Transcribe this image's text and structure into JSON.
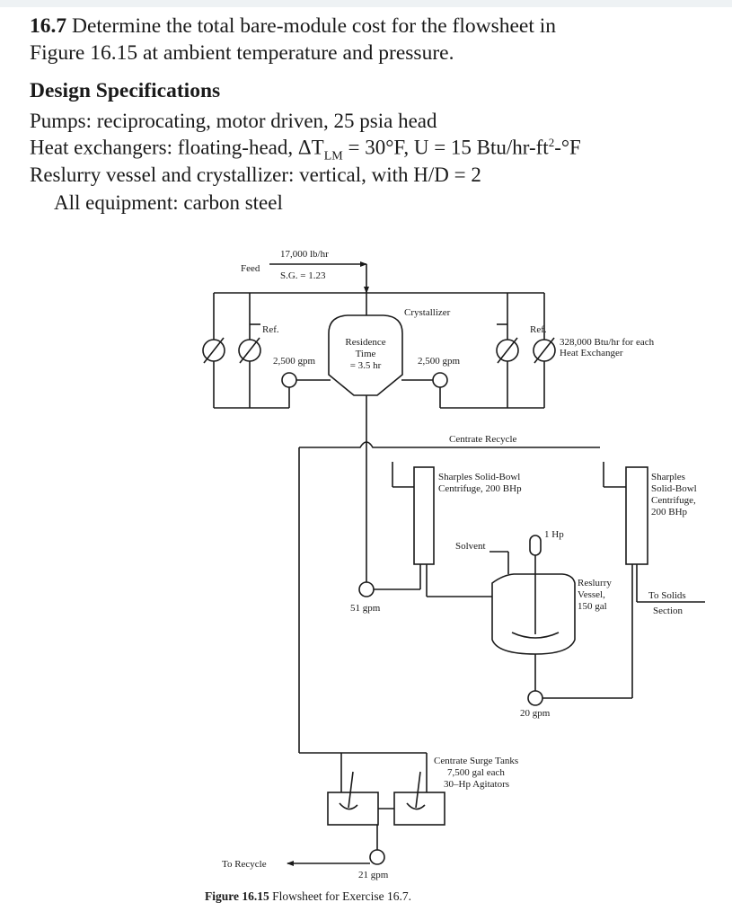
{
  "problem": {
    "number": "16.7",
    "line1": "Determine the total bare-module cost for the flowsheet in",
    "line2": "Figure 16.15 at ambient temperature and pressure."
  },
  "design": {
    "heading": "Design Specifications",
    "pumps": "Pumps: reciprocating, motor driven, 25 psia head",
    "hx_prefix": "Heat exchangers: floating-head, ΔT",
    "hx_sub": "LM",
    "hx_mid": " = 30°F, U = 15 Btu/hr-ft",
    "hx_sup": "2",
    "hx_suffix": "-°F",
    "vessel": "Reslurry vessel and crystallizer: vertical, with H/D = 2",
    "equipment": "All equipment: carbon steel"
  },
  "flowsheet": {
    "feed": "Feed",
    "feed_rate": "17,000 lb/hr",
    "feed_sg": "S.G. = 1.23",
    "crystallizer": "Crystallizer",
    "residence_1": "Residence",
    "residence_2": "Time",
    "residence_3": "= 3.5 hr",
    "ref_left": "Ref.",
    "ref_right": "Ref.",
    "pump_left_gpm": "2,500 gpm",
    "pump_right_gpm": "2,500 gpm",
    "hx_duty_1": "328,000 Btu/hr for each",
    "hx_duty_2": "Heat Exchanger",
    "centrate_recycle": "Centrate Recycle",
    "centrifuge_1_l1": "Sharples Solid-Bowl",
    "centrifuge_1_l2": "Centrifuge, 200 BHp",
    "centrifuge_2_l1": "Sharples",
    "centrifuge_2_l2": "Solid-Bowl",
    "centrifuge_2_l3": "Centrifuge,",
    "centrifuge_2_l4": "200 BHp",
    "agitator_hp": "1 Hp",
    "solvent": "Solvent",
    "pump_51": "51 gpm",
    "reslurry_1": "Reslurry",
    "reslurry_2": "Vessel,",
    "reslurry_3": "150 gal",
    "to_solids_1": "To Solids",
    "to_solids_2": "Section",
    "pump_20": "20 gpm",
    "surge_1": "Centrate Surge Tanks",
    "surge_2": "7,500 gal each",
    "surge_3": "30–Hp Agitators",
    "to_recycle": "To Recycle",
    "pump_21": "21 gpm"
  },
  "caption": {
    "label": "Figure 16.15",
    "text": "Flowsheet for Exercise 16.7."
  }
}
